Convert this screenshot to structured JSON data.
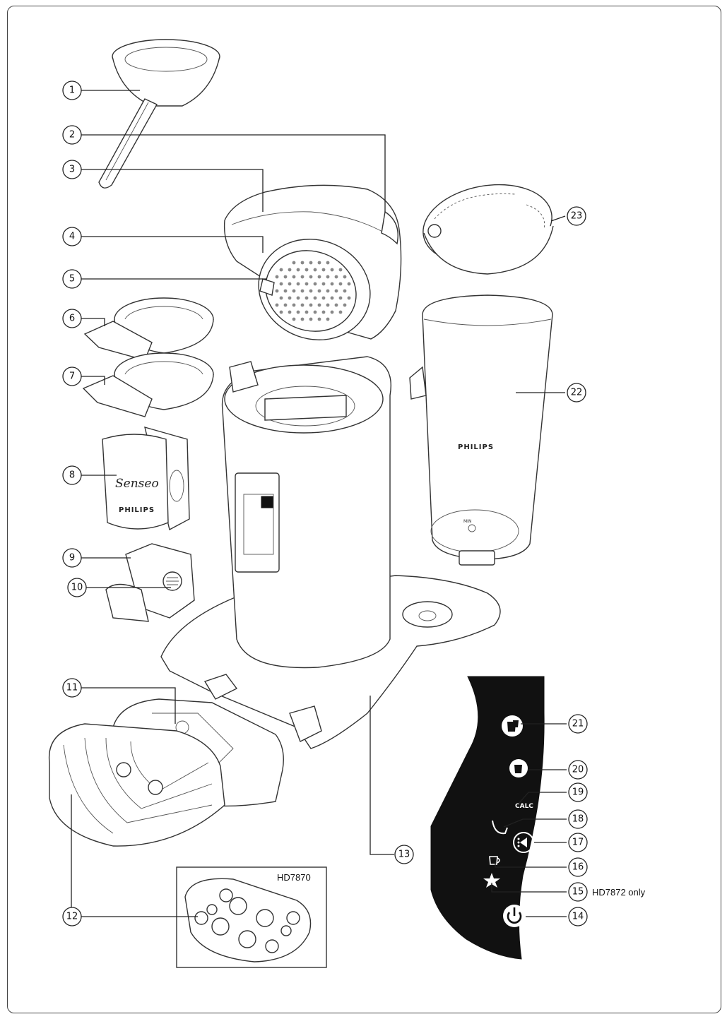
{
  "diagram": {
    "model_box_label": "HD7870",
    "model_note": "HD7872 only",
    "brand_texts": {
      "tank": "PHILIPS",
      "holder": "PHILIPS",
      "logo": "Senseo"
    },
    "tank_min_label": "MIN",
    "panel_calc_label": "CALC",
    "callouts": [
      {
        "id": "c1",
        "label": "1"
      },
      {
        "id": "c2",
        "label": "2"
      },
      {
        "id": "c3",
        "label": "3"
      },
      {
        "id": "c4",
        "label": "4"
      },
      {
        "id": "c5",
        "label": "5"
      },
      {
        "id": "c6",
        "label": "6"
      },
      {
        "id": "c7",
        "label": "7"
      },
      {
        "id": "c8",
        "label": "8"
      },
      {
        "id": "c9",
        "label": "9"
      },
      {
        "id": "c10",
        "label": "10"
      },
      {
        "id": "c11",
        "label": "11"
      },
      {
        "id": "c12",
        "label": "12"
      },
      {
        "id": "c13",
        "label": "13"
      },
      {
        "id": "c14",
        "label": "14"
      },
      {
        "id": "c15",
        "label": "15"
      },
      {
        "id": "c16",
        "label": "16"
      },
      {
        "id": "c17",
        "label": "17"
      },
      {
        "id": "c18",
        "label": "18"
      },
      {
        "id": "c19",
        "label": "19"
      },
      {
        "id": "c20",
        "label": "20"
      },
      {
        "id": "c21",
        "label": "21"
      },
      {
        "id": "c22",
        "label": "22"
      },
      {
        "id": "c23",
        "label": "23"
      }
    ],
    "colors": {
      "panel": "#111111",
      "line": "#222222"
    }
  }
}
